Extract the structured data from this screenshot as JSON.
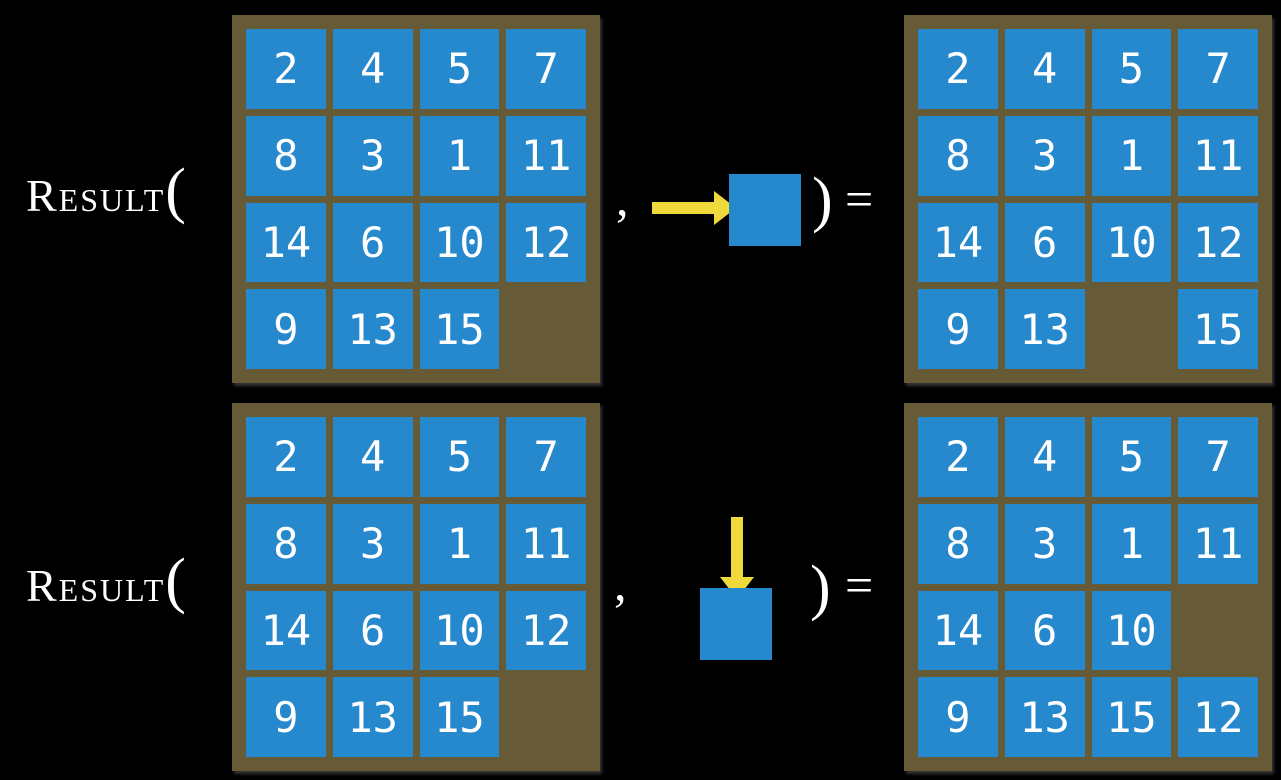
{
  "colors": {
    "background": "#000000",
    "frame": "#665B36",
    "tile": "#2689CE",
    "tile_text": "#FFFFFF",
    "label_text": "#FFFFFF",
    "arrow": "#EFD93B"
  },
  "rows": [
    {
      "function_name": "Result",
      "open_paren": "(",
      "comma": ",",
      "close_paren": ")",
      "equals": "=",
      "move_direction": "right",
      "input_grid": [
        [
          "2",
          "4",
          "5",
          "7"
        ],
        [
          "8",
          "3",
          "1",
          "11"
        ],
        [
          "14",
          "6",
          "10",
          "12"
        ],
        [
          "9",
          "13",
          "15",
          ""
        ]
      ],
      "output_grid": [
        [
          "2",
          "4",
          "5",
          "7"
        ],
        [
          "8",
          "3",
          "1",
          "11"
        ],
        [
          "14",
          "6",
          "10",
          "12"
        ],
        [
          "9",
          "13",
          "",
          "15"
        ]
      ]
    },
    {
      "function_name": "Result",
      "open_paren": "(",
      "comma": ",",
      "close_paren": ")",
      "equals": "=",
      "move_direction": "down",
      "input_grid": [
        [
          "2",
          "4",
          "5",
          "7"
        ],
        [
          "8",
          "3",
          "1",
          "11"
        ],
        [
          "14",
          "6",
          "10",
          "12"
        ],
        [
          "9",
          "13",
          "15",
          ""
        ]
      ],
      "output_grid": [
        [
          "2",
          "4",
          "5",
          "7"
        ],
        [
          "8",
          "3",
          "1",
          "11"
        ],
        [
          "14",
          "6",
          "10",
          ""
        ],
        [
          "9",
          "13",
          "15",
          "12"
        ]
      ]
    }
  ]
}
